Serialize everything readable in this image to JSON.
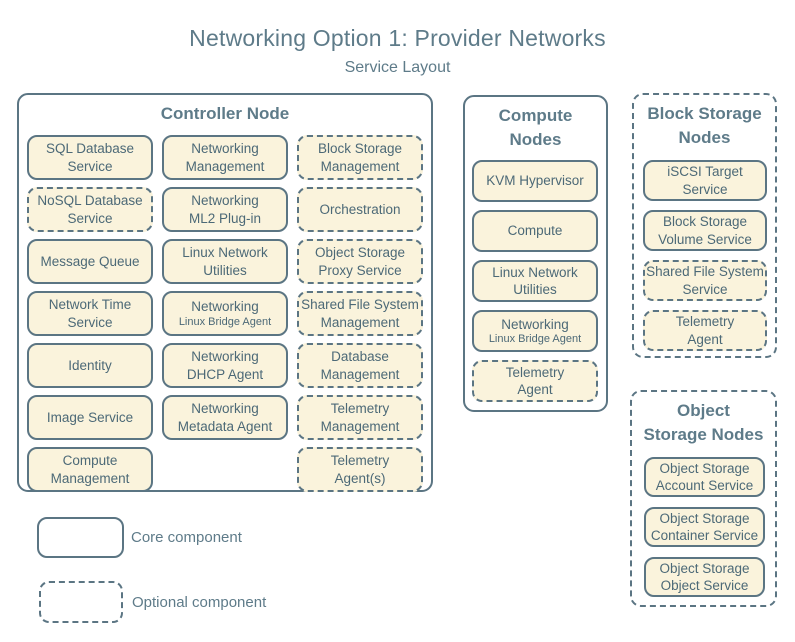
{
  "title": "Networking Option 1: Provider Networks",
  "subtitle": "Service Layout",
  "colors": {
    "box_fill": "#faf3dc",
    "stroke": "#5b7583",
    "heading_text": "#5e7b89",
    "box_text": "#4c6977"
  },
  "controller": {
    "heading": "Controller Node",
    "boxes": [
      {
        "line1": "SQL Database",
        "line2": "Service",
        "type": "core"
      },
      {
        "line1": "Networking",
        "line2": "Management",
        "type": "core"
      },
      {
        "line1": "Block Storage",
        "line2": "Management",
        "type": "optional"
      },
      {
        "line1": "NoSQL Database",
        "line2": "Service",
        "type": "optional"
      },
      {
        "line1": "Networking",
        "line2": "ML2 Plug-in",
        "type": "core"
      },
      {
        "line1": "Orchestration",
        "type": "optional"
      },
      {
        "line1": "Message Queue",
        "type": "core"
      },
      {
        "line1": "Linux Network",
        "line2": "Utilities",
        "type": "core"
      },
      {
        "line1": "Object Storage",
        "line2": "Proxy Service",
        "type": "optional"
      },
      {
        "line1": "Network Time",
        "line2": "Service",
        "type": "core"
      },
      {
        "line1": "Networking",
        "sub": "Linux Bridge Agent",
        "type": "core"
      },
      {
        "line1": "Shared File System",
        "line2": "Management",
        "type": "optional"
      },
      {
        "line1": "Identity",
        "type": "core"
      },
      {
        "line1": "Networking",
        "line2": "DHCP Agent",
        "type": "core"
      },
      {
        "line1": "Database",
        "line2": "Management",
        "type": "optional"
      },
      {
        "line1": "Image Service",
        "type": "core"
      },
      {
        "line1": "Networking",
        "line2": "Metadata Agent",
        "type": "core"
      },
      {
        "line1": "Telemetry",
        "line2": "Management",
        "type": "optional"
      },
      {
        "line1": "Compute",
        "line2": "Management",
        "type": "core"
      },
      {
        "line1": "Telemetry",
        "line2": "Agent(s)",
        "type": "optional"
      }
    ]
  },
  "compute": {
    "heading_line1": "Compute",
    "heading_line2": "Nodes",
    "boxes": [
      {
        "line1": "KVM Hypervisor",
        "type": "core"
      },
      {
        "line1": "Compute",
        "type": "core"
      },
      {
        "line1": "Linux Network",
        "line2": "Utilities",
        "type": "core"
      },
      {
        "line1": "Networking",
        "sub": "Linux Bridge Agent",
        "type": "core"
      },
      {
        "line1": "Telemetry",
        "line2": "Agent",
        "type": "optional"
      }
    ]
  },
  "block_storage": {
    "heading_line1": "Block Storage",
    "heading_line2": "Nodes",
    "boxes": [
      {
        "line1": "iSCSI Target",
        "line2": "Service",
        "type": "core"
      },
      {
        "line1": "Block Storage",
        "line2": "Volume Service",
        "type": "core"
      },
      {
        "line1": "Shared File System",
        "line2": "Service",
        "type": "optional"
      },
      {
        "line1": "Telemetry",
        "line2": "Agent",
        "type": "optional"
      }
    ]
  },
  "object_storage": {
    "heading_line1": "Object",
    "heading_line2": "Storage Nodes",
    "boxes": [
      {
        "line1": "Object Storage",
        "line2": "Account Service",
        "type": "core"
      },
      {
        "line1": "Object Storage",
        "line2": "Container Service",
        "type": "core"
      },
      {
        "line1": "Object Storage",
        "line2": "Object Service",
        "type": "core"
      }
    ]
  },
  "legend": {
    "core_label": "Core component",
    "optional_label": "Optional component"
  }
}
